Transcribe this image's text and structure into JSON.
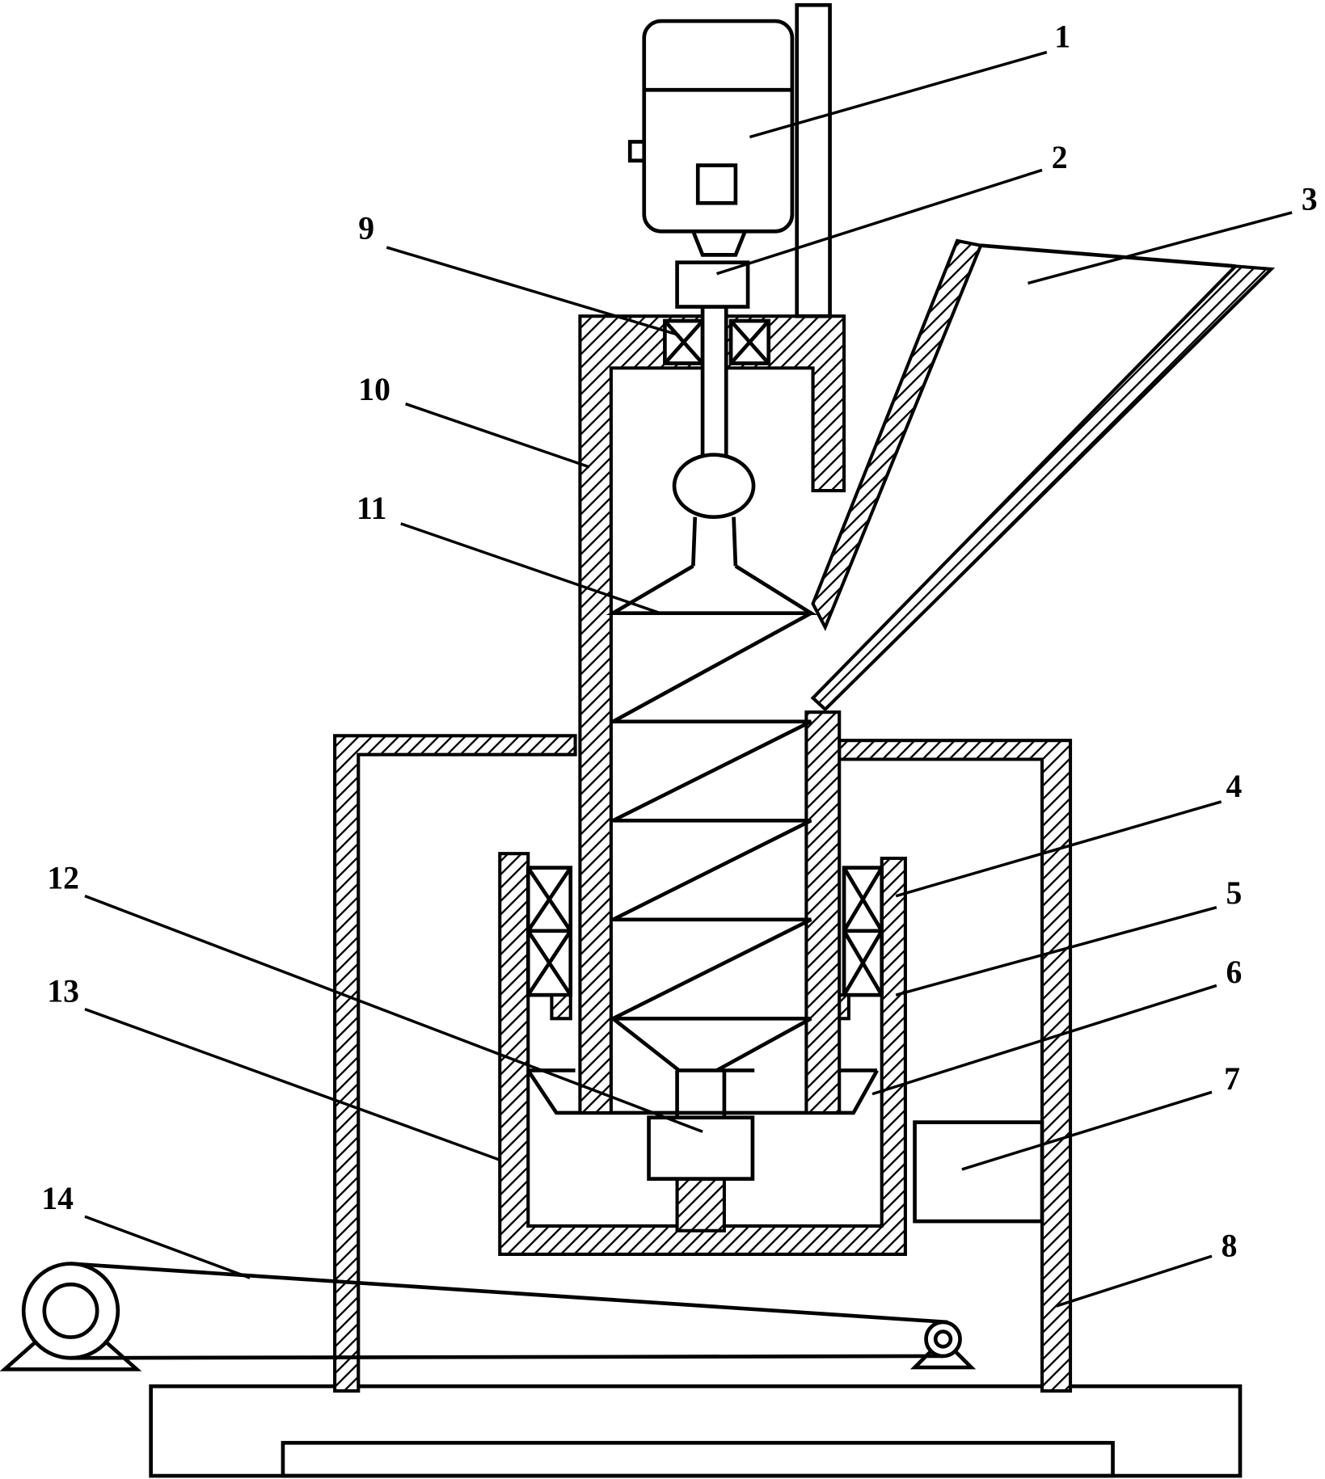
{
  "figure": {
    "type": "patent mechanical drawing",
    "labels": [
      "1",
      "2",
      "3",
      "4",
      "5",
      "6",
      "7",
      "8",
      "9",
      "10",
      "11",
      "12",
      "13",
      "14"
    ],
    "line_color": "#000000",
    "background": "#ffffff"
  }
}
